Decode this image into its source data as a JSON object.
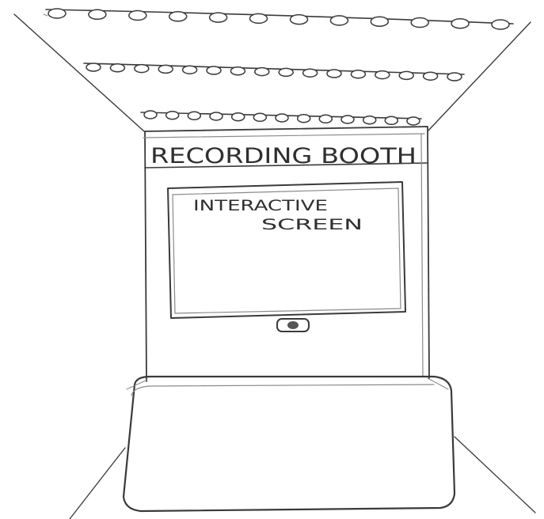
{
  "sign": {
    "booth_label": "RECORDING BOOTH"
  },
  "screen": {
    "line1": "INTERACTIVE",
    "line2": "SCREEN"
  },
  "colors": {
    "ink": "#3a3a3a",
    "paper": "#ffffff"
  },
  "light_rows": [
    {
      "count": 12
    },
    {
      "count": 16
    },
    {
      "count": 13
    }
  ]
}
